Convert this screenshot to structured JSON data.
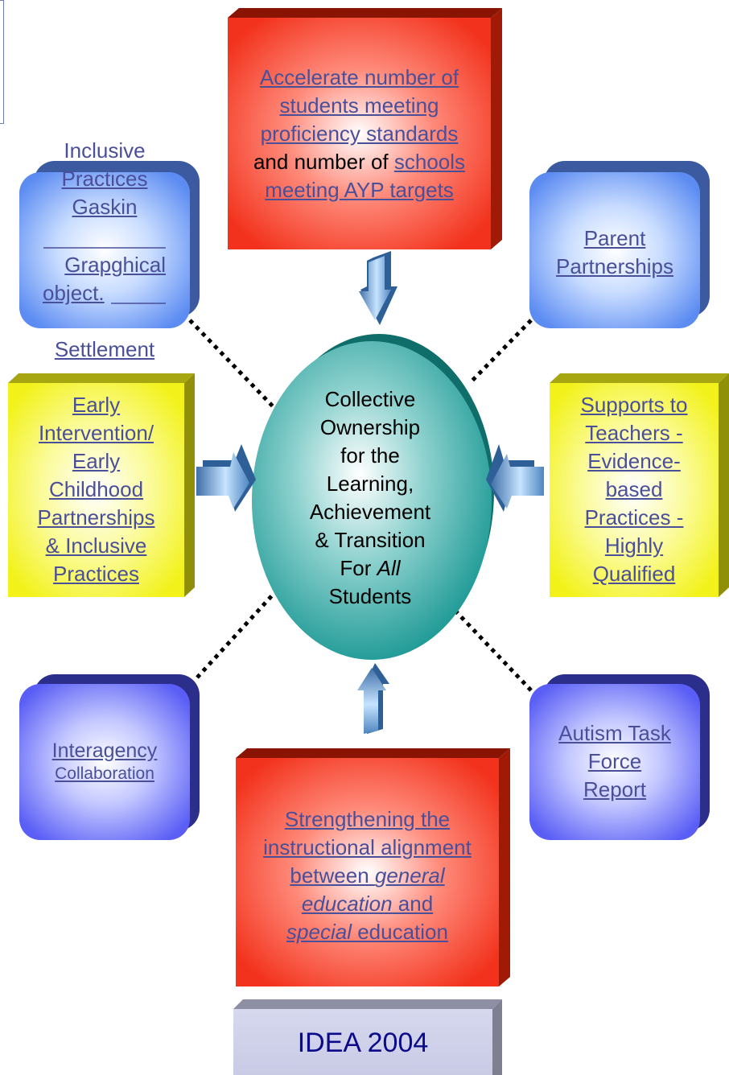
{
  "center": {
    "lines": [
      "Collective",
      "Ownership",
      "for the",
      "Learning,",
      "Achievement",
      "& Transition"
    ],
    "for_prefix": "For ",
    "for_italic": "All",
    "last_line": "Students"
  },
  "top_box": {
    "line1": "Accelerate number of",
    "line2": "students meeting",
    "line3": "proficiency standards",
    "line4_plain": "and number of ",
    "line4_link": "schools",
    "line5": "meeting AYP targets"
  },
  "inclusive_box": {
    "line1": "Inclusive",
    "line2": "Practices",
    "line3": "Gaskin",
    "line4": "Grapghical",
    "line5": "object.",
    "below": "Settlement"
  },
  "parent_box": {
    "line1": "Parent",
    "line2": "Partnerships"
  },
  "early_box": {
    "lines": [
      "Early",
      "Intervention/",
      "Early",
      "Childhood",
      "Partnerships",
      "& Inclusive",
      "Practices"
    ]
  },
  "supports_box": {
    "lines": [
      "Supports to",
      "Teachers -",
      "Evidence-",
      "based",
      "Practices -",
      "Highly",
      "Qualified"
    ]
  },
  "interagency_box": {
    "line1": "Interagency",
    "line2": "Collaboration"
  },
  "autism_box": {
    "lines": [
      "Autism Task",
      "Force",
      "Report"
    ]
  },
  "bottom_box": {
    "line1": "Strengthening the",
    "line2": "instructional alignment",
    "line3": "between ",
    "line3_italic": "general",
    "line4_italic": "education",
    "line4_rest": " and",
    "line5_italic": "special",
    "line5_rest": " education"
  },
  "footer": {
    "label": "IDEA 2004"
  }
}
